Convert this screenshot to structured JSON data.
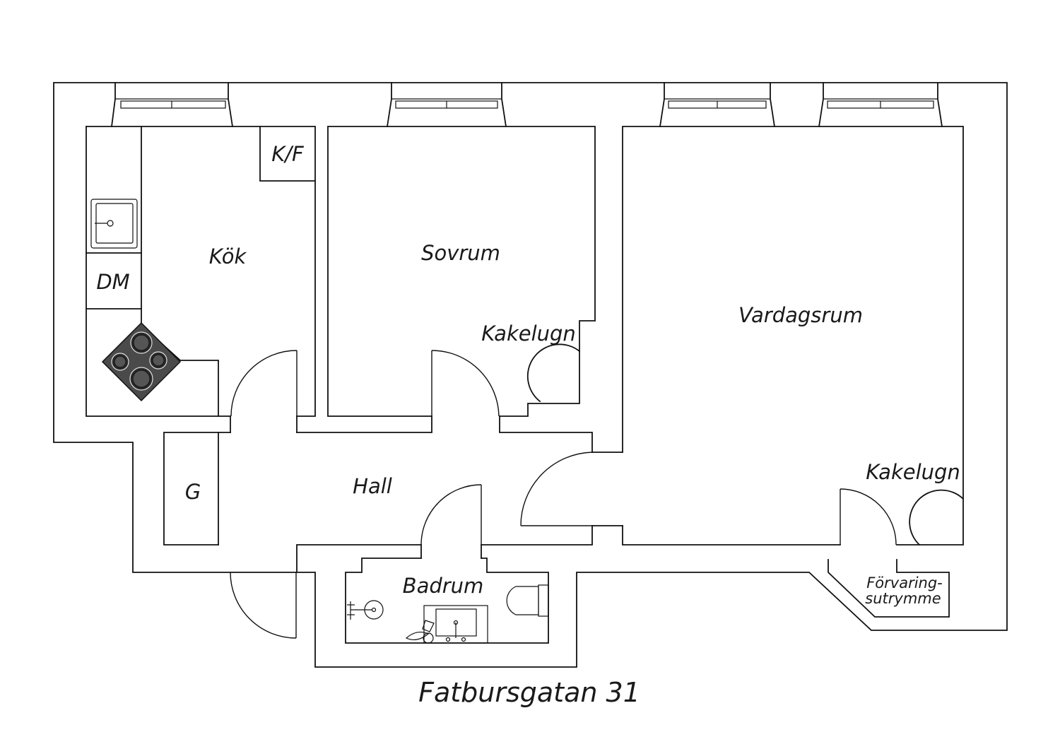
{
  "rooms": {
    "kok": "Kök",
    "kf": "K/F",
    "dm": "DM",
    "sovrum": "Sovrum",
    "kakelugn_sovrum": "Kakelugn",
    "vardagsrum": "Vardagsrum",
    "kakelugn_vardagsrum": "Kakelugn",
    "hall": "Hall",
    "g": "G",
    "badrum": "Badrum",
    "forvaring_line1": "Förvaring-",
    "forvaring_line2": "sutrymme"
  },
  "address": "Fatbursgatan 31",
  "icons": {
    "sink": "kitchen-sink-icon",
    "stove": "stove-icon",
    "toilet": "toilet-icon",
    "washbasin": "washbasin-icon",
    "shower": "shower-icon"
  }
}
